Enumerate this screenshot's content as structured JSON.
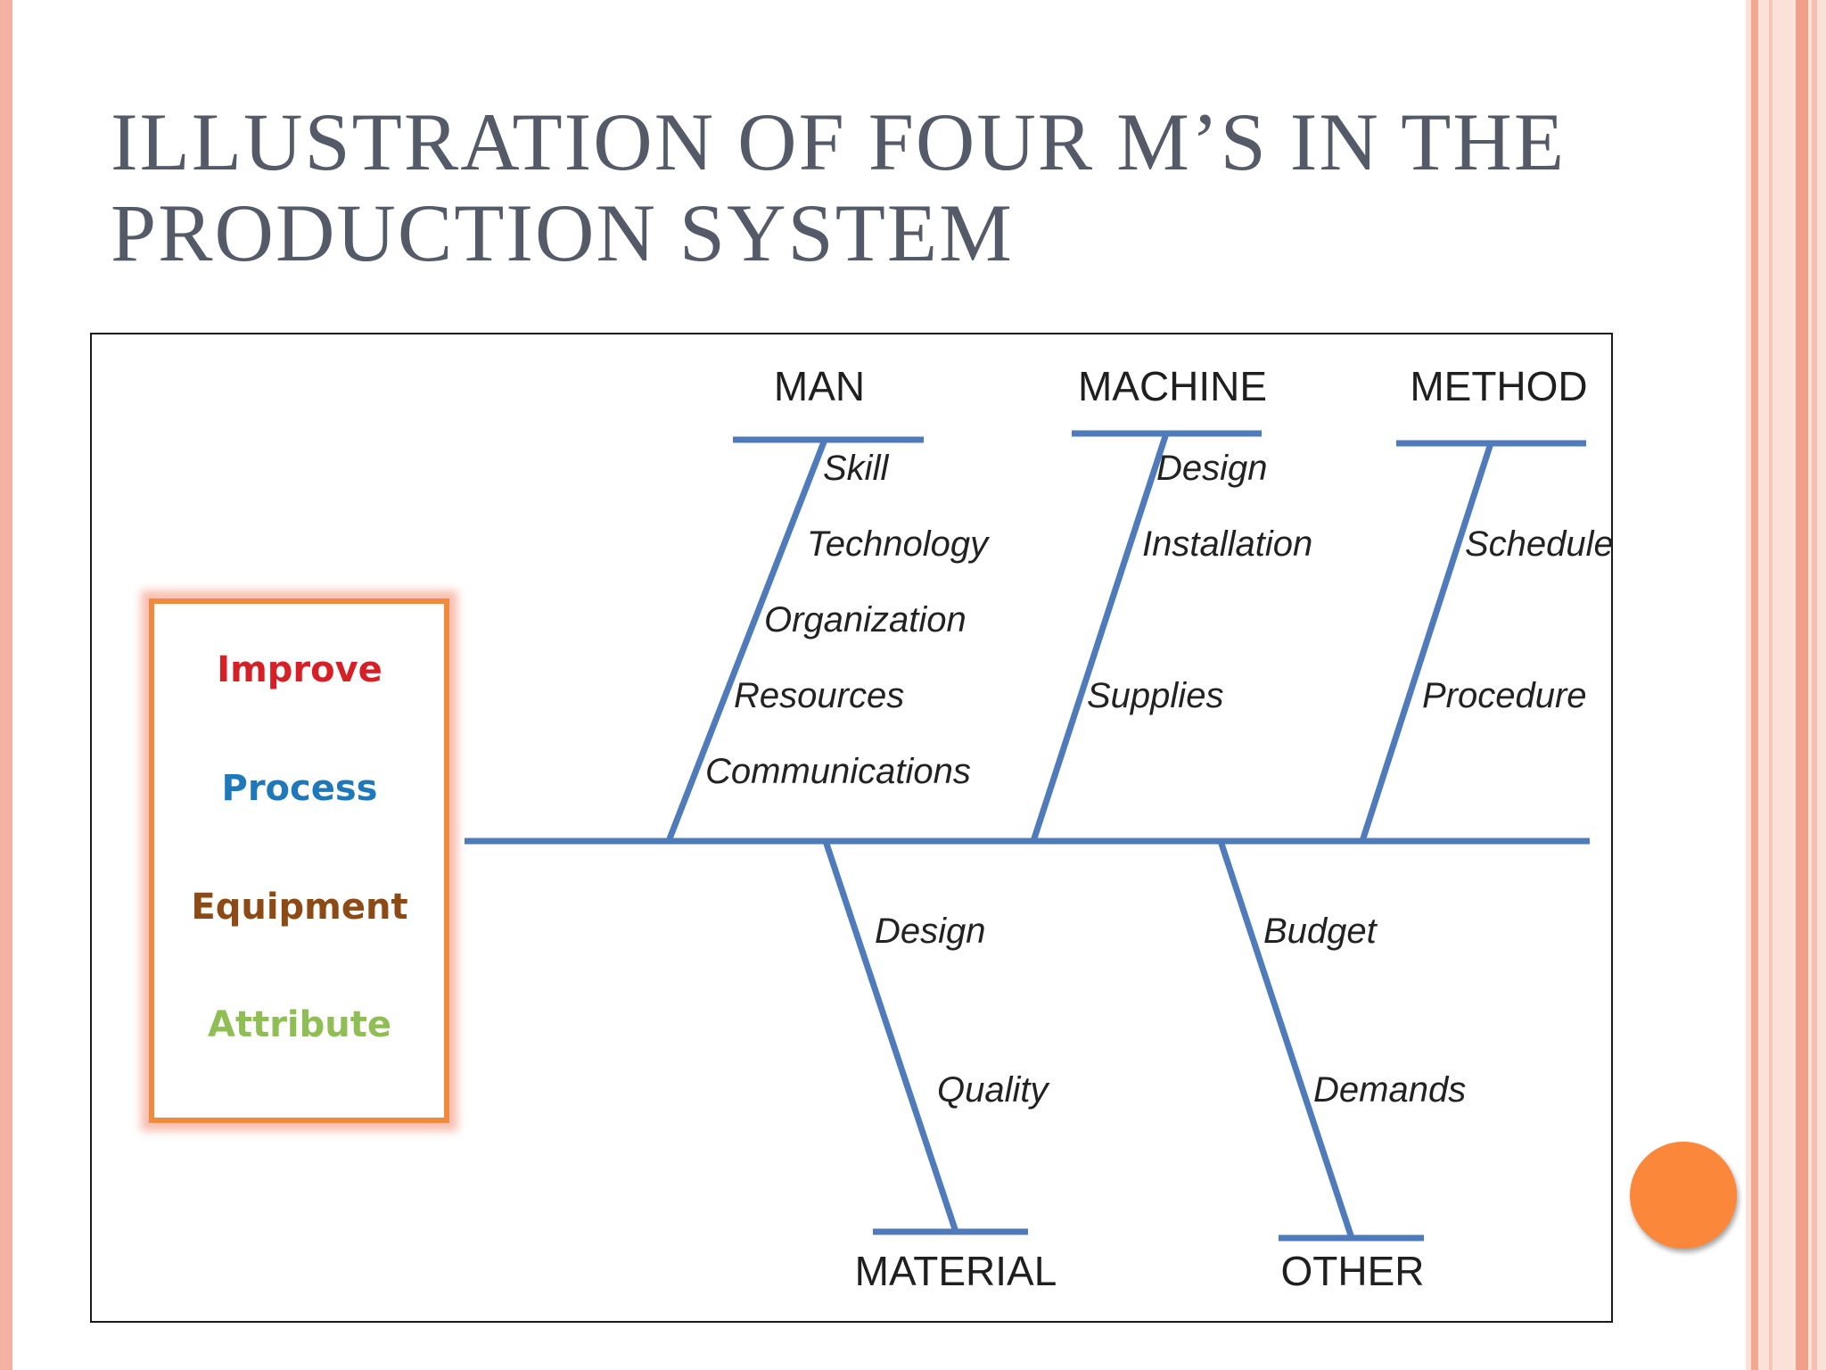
{
  "slide": {
    "title_line1": "ILLUSTRATION OF FOUR M’S IN THE",
    "title_line2": "PRODUCTION SYSTEM"
  },
  "effect_box": {
    "lines": [
      {
        "text": "Improve",
        "color": "#d71f26"
      },
      {
        "text": "Process",
        "color": "#1f78b9"
      },
      {
        "text": "Equipment",
        "color": "#8b4a16"
      },
      {
        "text": "Attribute",
        "color": "#8fbe55"
      }
    ],
    "border_color": "#f08a3c"
  },
  "bones": {
    "man": {
      "label": "MAN",
      "causes": [
        "Skill",
        "Technology",
        "Organization",
        "Resources",
        "Communications"
      ]
    },
    "machine": {
      "label": "MACHINE",
      "causes": [
        "Design",
        "Installation",
        "Supplies"
      ]
    },
    "method": {
      "label": "METHOD",
      "causes": [
        "Schedule",
        "Procedure"
      ]
    },
    "material": {
      "label": "MATERIAL",
      "causes": [
        "Design",
        "Quality"
      ]
    },
    "other": {
      "label": "OTHER",
      "causes": [
        "Budget",
        "Demands"
      ]
    }
  },
  "colors": {
    "bone": "#4f7bbb",
    "title": "#545a67",
    "accent": "#fb873a"
  }
}
